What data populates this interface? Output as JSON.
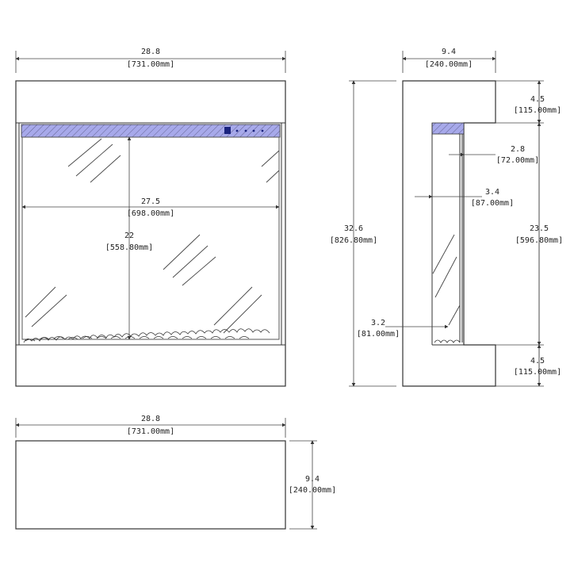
{
  "front_view": {
    "width_in": "28.8",
    "width_mm": "[731.00mm]",
    "inner_width_in": "27.5",
    "inner_width_mm": "[698.00mm]",
    "inner_height_in": "22",
    "inner_height_mm": "[558.80mm]"
  },
  "side_view": {
    "depth_in": "9.4",
    "depth_mm": "[240.00mm]",
    "height_in": "32.6",
    "height_mm": "[826.80mm]",
    "top_block_in": "4.5",
    "top_block_mm": "[115.00mm]",
    "recess_in": "2.8",
    "recess_mm": "[72.00mm]",
    "unit_depth_in": "3.4",
    "unit_depth_mm": "[87.00mm]",
    "inner_height_in": "23.5",
    "inner_height_mm": "[596.80mm]",
    "base_depth_in": "3.2",
    "base_depth_mm": "[81.00mm]",
    "bottom_block_in": "4.5",
    "bottom_block_mm": "[115.00mm]"
  },
  "top_view": {
    "width_in": "28.8",
    "width_mm": "[731.00mm]",
    "depth_in": "9.4",
    "depth_mm": "[240.00mm]"
  },
  "colors": {
    "header_hatch": "#6a6ab8",
    "control_panel": "#1a237e"
  }
}
